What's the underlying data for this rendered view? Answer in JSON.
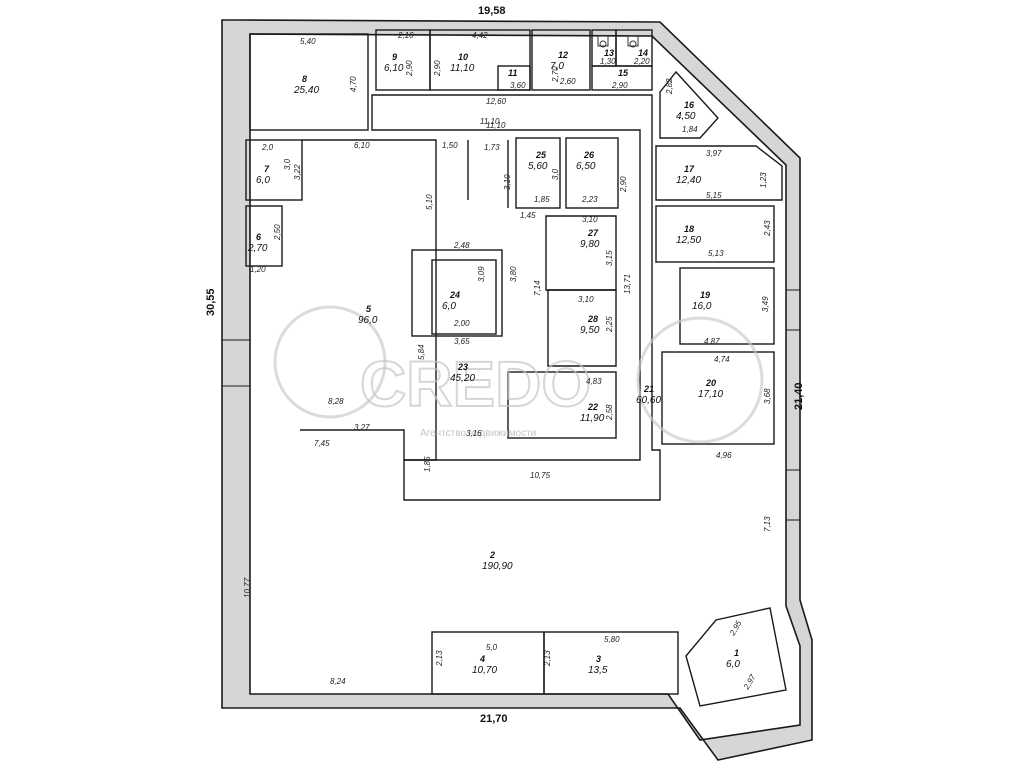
{
  "outer_dims": {
    "top": "19,58",
    "bottom": "21,70",
    "left": "30,55",
    "right": "21,40"
  },
  "rooms": [
    {
      "id": "8",
      "num": "8",
      "area": "25,40"
    },
    {
      "id": "9",
      "num": "9",
      "area": "6,10"
    },
    {
      "id": "10",
      "num": "10",
      "area": "11,10"
    },
    {
      "id": "11",
      "num": "11",
      "area": ""
    },
    {
      "id": "12",
      "num": "12",
      "area": "7,0"
    },
    {
      "id": "13",
      "num": "13",
      "area": ""
    },
    {
      "id": "14",
      "num": "14",
      "area": ""
    },
    {
      "id": "15",
      "num": "15",
      "area": ""
    },
    {
      "id": "16",
      "num": "16",
      "area": "4,50"
    },
    {
      "id": "7",
      "num": "7",
      "area": "6,0"
    },
    {
      "id": "6",
      "num": "6",
      "area": "2,70"
    },
    {
      "id": "5",
      "num": "5",
      "area": "96,0"
    },
    {
      "id": "25",
      "num": "25",
      "area": "5,60"
    },
    {
      "id": "26",
      "num": "26",
      "area": "6,50"
    },
    {
      "id": "17",
      "num": "17",
      "area": "12,40"
    },
    {
      "id": "18",
      "num": "18",
      "area": "12,50"
    },
    {
      "id": "27",
      "num": "27",
      "area": "9,80"
    },
    {
      "id": "24",
      "num": "24",
      "area": "6,0"
    },
    {
      "id": "28",
      "num": "28",
      "area": "9,50"
    },
    {
      "id": "19",
      "num": "19",
      "area": "16,0"
    },
    {
      "id": "23",
      "num": "23",
      "area": "45,20"
    },
    {
      "id": "22",
      "num": "22",
      "area": "11,90"
    },
    {
      "id": "21",
      "num": "21",
      "area": "60,60"
    },
    {
      "id": "20",
      "num": "20",
      "area": "17,10"
    },
    {
      "id": "2",
      "num": "2",
      "area": "190,90"
    },
    {
      "id": "4",
      "num": "4",
      "area": "10,70"
    },
    {
      "id": "3",
      "num": "3",
      "area": "13,5"
    },
    {
      "id": "1",
      "num": "1",
      "area": "6,0"
    }
  ],
  "dims": [
    "5,40",
    "4,70",
    "2,10",
    "2,90",
    "4,42",
    "2,90",
    "3,60",
    "2,70",
    "2,60",
    "1,30",
    "2,20",
    "2,90",
    "12,60",
    "2,82",
    "1,84",
    "11,10",
    "6,10",
    "1,50",
    "1,73",
    "2,0",
    "3,0",
    "3,22",
    "5,10",
    "3,10",
    "1,85",
    "3,0",
    "2,90",
    "2,23",
    "1,45",
    "3,97",
    "1,23",
    "5,15",
    "2,50",
    "1,20",
    "2,48",
    "3,10",
    "2,43",
    "5,13",
    "3,09",
    "3,80",
    "3,15",
    "7,14",
    "13,71",
    "3,10",
    "3,49",
    "2,00",
    "2,25",
    "4,87",
    "3,65",
    "5,84",
    "4,74",
    "4,83",
    "3,68",
    "8,28",
    "2,58",
    "3,27",
    "3,16",
    "7,45",
    "1,85",
    "10,75",
    "4,96",
    "7,13",
    "10,77",
    "5,0",
    "5,80",
    "2,95",
    "2,13",
    "2,13",
    "2,97",
    "8,24",
    "11,10"
  ],
  "watermark": {
    "brand": "CREDO",
    "tagline": "Агентство недвижимости"
  }
}
